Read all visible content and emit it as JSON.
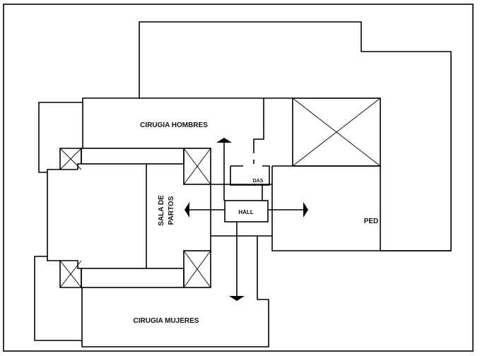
{
  "diagram": {
    "type": "floor-plan",
    "rooms": {
      "cirugia_hombres": "CIRUGIA HOMBRES",
      "cirugia_mujeres": "CIRUGIA MUJERES",
      "sala_de_partos_line1": "SALA DE",
      "sala_de_partos_line2": "PARTOS",
      "hall": "HALL",
      "das": "DAS",
      "ped": "PED"
    },
    "arrows": [
      "up",
      "left",
      "right",
      "down"
    ],
    "colors": {
      "line": "#000000",
      "text": "#111111",
      "background": "#ffffff"
    }
  }
}
